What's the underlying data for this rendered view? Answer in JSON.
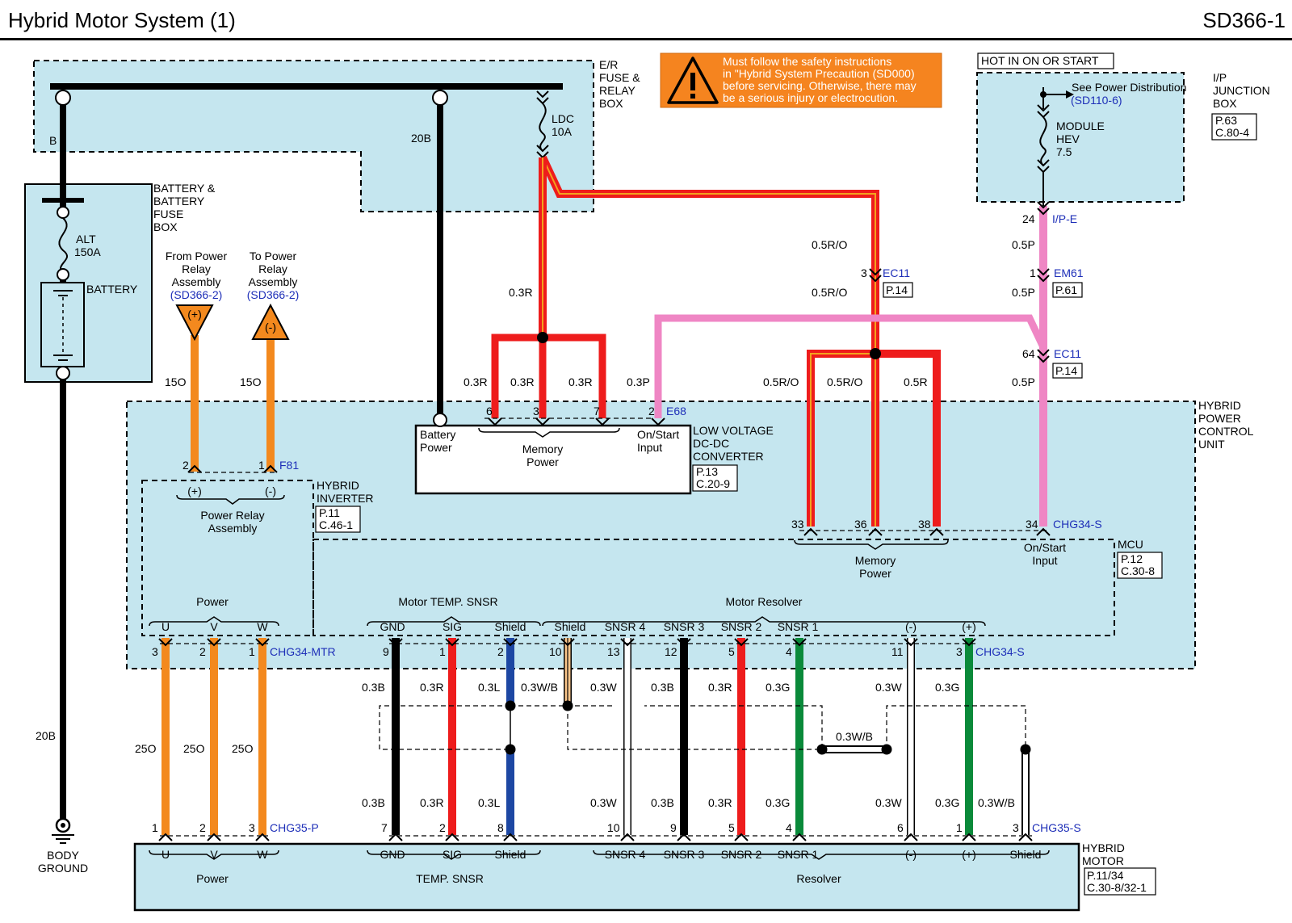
{
  "header": {
    "title": "Hybrid Motor System (1)",
    "code": "SD366-1"
  },
  "warning": {
    "lines": [
      "Must follow the safety instructions",
      "in \"Hybrid System Precaution (SD000)",
      "before servicing. Otherwise, there may",
      "be a serious injury or electrocution."
    ]
  },
  "boxes": {
    "er_fuse": [
      "E/R",
      "FUSE &",
      "RELAY",
      "BOX"
    ],
    "battery_box": [
      "BATTERY &",
      "BATTERY",
      "FUSE",
      "BOX"
    ],
    "ip_junction": [
      "I/P",
      "JUNCTION",
      "BOX"
    ],
    "ip_ref": [
      "P.63",
      "C.80-4"
    ],
    "hot_label": "HOT IN ON OR START",
    "hpcu": [
      "HYBRID",
      "POWER",
      "CONTROL",
      "UNIT"
    ],
    "inverter": [
      "HYBRID",
      "INVERTER"
    ],
    "inverter_ref": [
      "P.11",
      "C.46-1"
    ],
    "ldc": [
      "LOW VOLTAGE",
      "DC-DC",
      "CONVERTER"
    ],
    "ldc_ref": [
      "P.13",
      "C.20-9"
    ],
    "mcu": "MCU",
    "mcu_ref": [
      "P.12",
      "C.30-8"
    ],
    "motor": [
      "HYBRID",
      "MOTOR"
    ],
    "motor_ref": [
      "P.11/34",
      "C.30-8/32-1"
    ]
  },
  "fuses": {
    "alt": [
      "ALT",
      "150A"
    ],
    "battery": "BATTERY",
    "ldc": [
      "LDC",
      "10A"
    ],
    "module": [
      "MODULE",
      "HEV",
      "7.5"
    ]
  },
  "labels": {
    "b_left": "B",
    "w20b_top": "20B",
    "w20b_bottom": "20B",
    "body_ground": [
      "BODY",
      "GROUND"
    ],
    "see_power": "See Power Distribution",
    "see_power_ref": "(SD110-6)",
    "from_relay": [
      "From Power",
      "Relay",
      "Assembly"
    ],
    "to_relay": [
      "To Power",
      "Relay",
      "Assembly"
    ],
    "relay_ref": "(SD366-2)",
    "plus": "(+)",
    "minus": "(-)",
    "w15o": "15O",
    "power_relay_assembly": [
      "Power Relay",
      "Assembly"
    ],
    "power": "Power",
    "motor_temp_snsr": "Motor TEMP. SNSR",
    "motor_resolver": "Motor Resolver",
    "temp_snsr": "TEMP. SNSR",
    "resolver": "Resolver",
    "memory_power": [
      "Memory",
      "Power"
    ],
    "battery_power": [
      "Battery",
      "Power"
    ],
    "on_start_input": [
      "On/Start",
      "Input"
    ],
    "w03r": "0.3R",
    "w03p": "0.3P",
    "w05ro": "0.5R/O",
    "w05r": "0.5R",
    "w05p": "0.5P",
    "w03b": "0.3B",
    "w03l": "0.3L",
    "w03wb": "0.3W/B",
    "w03w": "0.3W",
    "w03g": "0.3G",
    "w25o": "25O"
  },
  "connectors": {
    "ec11": "EC11",
    "ec11_ref": "P.14",
    "em61": "EM61",
    "em61_ref": "P.61",
    "ipe": "I/P-E",
    "e68": "E68",
    "f81": "F81",
    "chg34s": "CHG34-S",
    "chg34mtr": "CHG34-MTR",
    "chg35p": "CHG35-P",
    "chg35s": "CHG35-S"
  },
  "pins": {
    "ec11_a": "3",
    "ipe": "24",
    "em61": "1",
    "ec11_b": "64",
    "e68": [
      "6",
      "3",
      "7",
      "2"
    ],
    "f81": [
      "2",
      "1"
    ],
    "mcu": [
      "33",
      "36",
      "38",
      "34"
    ],
    "chg34mtr": [
      "3",
      "2",
      "1"
    ],
    "chg34s": [
      "9",
      "1",
      "2",
      "10",
      "13",
      "12",
      "5",
      "4",
      "11",
      "3"
    ],
    "chg35p": [
      "1",
      "2",
      "3"
    ],
    "chg35s": [
      "7",
      "2",
      "8",
      "10",
      "9",
      "5",
      "4",
      "6",
      "1",
      "3"
    ]
  },
  "terminals": {
    "uvw": [
      "U",
      "V",
      "W"
    ],
    "upper": [
      "GND",
      "SIG",
      "Shield",
      "Shield",
      "SNSR 4",
      "SNSR 3",
      "SNSR 2",
      "SNSR 1",
      "(-)",
      "(+)"
    ],
    "lower_temp": [
      "GND",
      "SIG",
      "Shield"
    ],
    "lower_res": [
      "SNSR 4",
      "SNSR 3",
      "SNSR 2",
      "SNSR 1",
      "(-)",
      "(+)",
      "Shield"
    ]
  },
  "colors": {
    "box_fill": "#c5e6ef",
    "red": "#ee1c1c",
    "orange": "#f3891e",
    "pink": "#ef86c4",
    "green": "#0a8a3a",
    "blue": "#1d47a3",
    "warning_fill": "#f5841f",
    "link_blue": "#1e2fb8"
  }
}
